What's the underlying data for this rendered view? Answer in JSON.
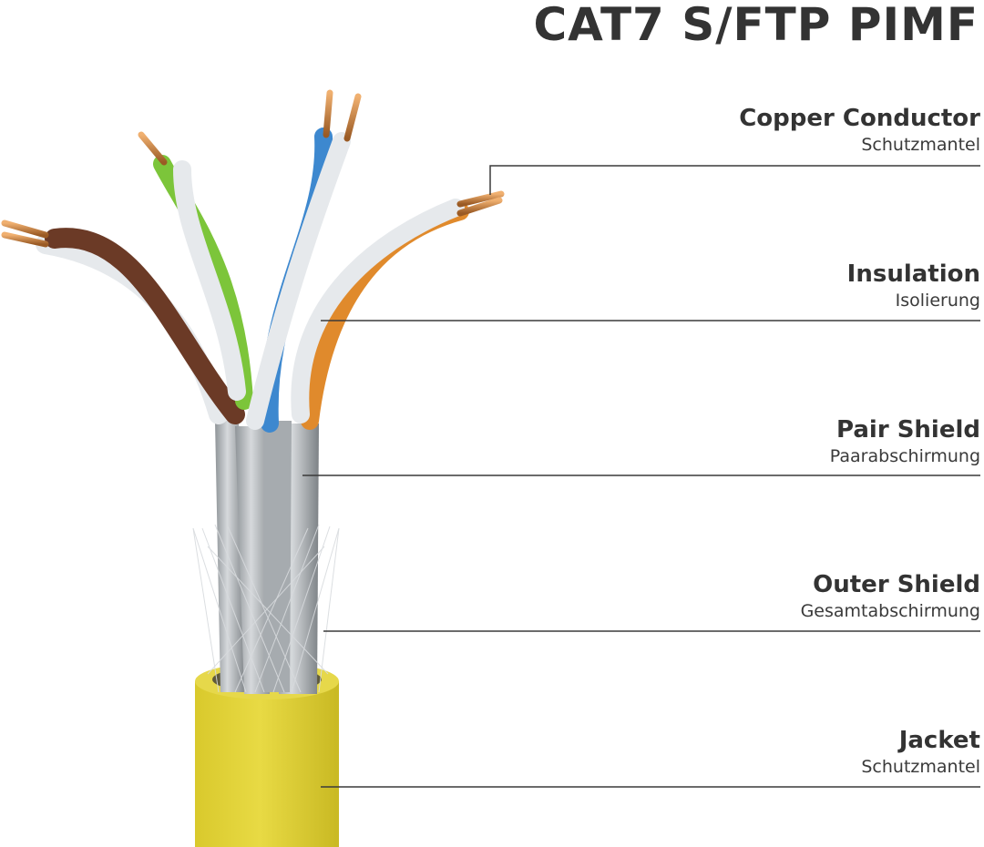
{
  "title": "CAT7 S/FTP PIMF",
  "labels": [
    {
      "en": "Copper Conductor",
      "de": "Schutzmantel"
    },
    {
      "en": "Insulation",
      "de": "Isolierung"
    },
    {
      "en": "Pair Shield",
      "de": "Paarabschirmung"
    },
    {
      "en": "Outer Shield",
      "de": "Gesamtabschirmung"
    },
    {
      "en": "Jacket",
      "de": "Schutzmantel"
    }
  ],
  "colors": {
    "jacket": "#e3d43a",
    "copper": "#c8803c",
    "brown": "#6b3a26",
    "green": "#7cc53a",
    "blue": "#3d88cf",
    "orange": "#e08a2c",
    "white_wire": "#e6e9ec",
    "foil": "#b8bcc0",
    "text": "#333333"
  }
}
